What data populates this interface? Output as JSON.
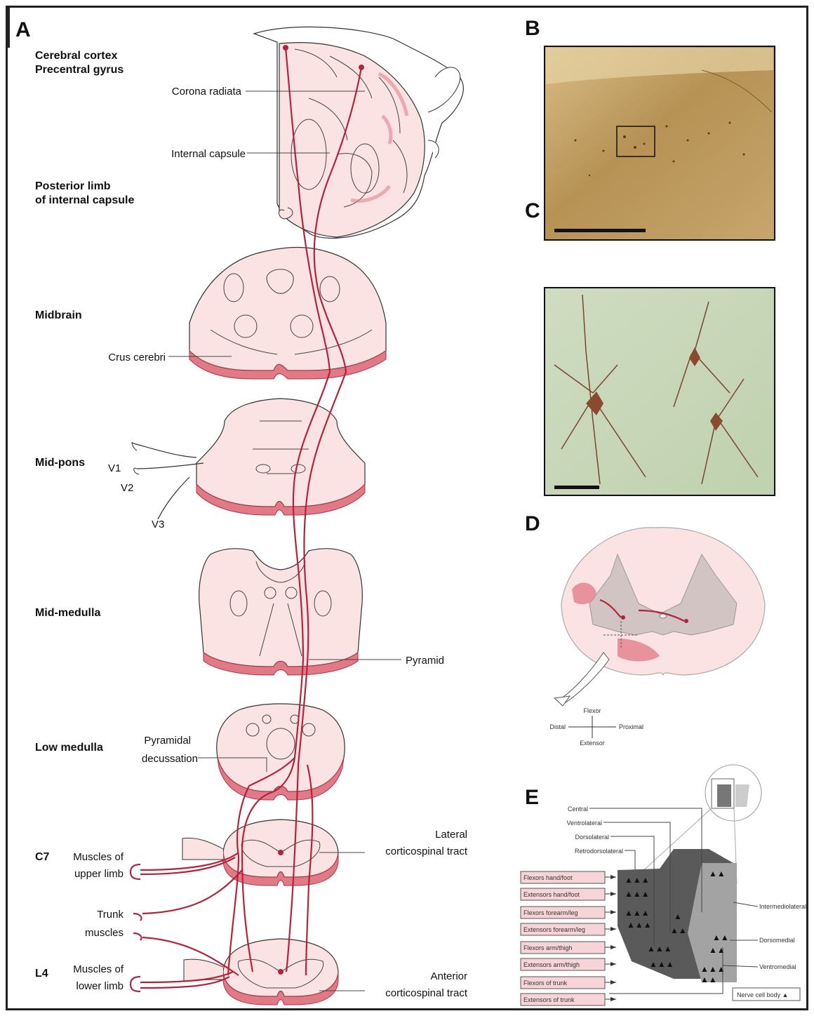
{
  "panels": {
    "a": "A",
    "b": "B",
    "c": "C",
    "d": "D",
    "e": "E"
  },
  "panel_a": {
    "levels": {
      "cortex_1": "Cerebral cortex",
      "cortex_2": "Precentral gyrus",
      "post_limb_1": "Posterior limb",
      "post_limb_2": "of internal capsule",
      "midbrain": "Midbrain",
      "midpons": "Mid-pons",
      "midmedulla": "Mid-medulla",
      "lowmedulla": "Low medulla",
      "c7": "C7",
      "l4": "L4"
    },
    "labels": {
      "corona_radiata": "Corona radiata",
      "internal_capsule": "Internal capsule",
      "crus_cerebri": "Crus cerebri",
      "v1": "V1",
      "v2": "V2",
      "v3": "V3",
      "pyramid": "Pyramid",
      "pyr_decuss_1": "Pyramidal",
      "pyr_decuss_2": "decussation",
      "lateral_1": "Lateral",
      "lateral_2": "corticospinal tract",
      "upper_limb_1": "Muscles of",
      "upper_limb_2": "upper limb",
      "trunk_1": "Trunk",
      "trunk_2": "muscles",
      "lower_limb_1": "Muscles of",
      "lower_limb_2": "lower limb",
      "anterior_1": "Anterior",
      "anterior_2": "corticospinal tract"
    }
  },
  "panel_d": {
    "flexor": "Flexor",
    "extensor": "Extensor",
    "distal": "Distal",
    "proximal": "Proximal"
  },
  "panel_e": {
    "groups": {
      "central": "Central",
      "ventrolateral": "Ventrolateral",
      "dorsolateral": "Dorsolateral",
      "retrodorsolateral": "Retrodorsolateral",
      "intermediolateral": "Intermediolateral",
      "dorsomedial": "Dorsomedial",
      "ventromedial": "Ventromedial"
    },
    "muscles": [
      "Flexors hand/foot",
      "Extensors hand/foot",
      "Flexors forearm/leg",
      "Extensors forearm/leg",
      "Flexors arm/thigh",
      "Extensors arm/thigh",
      "Flexors of trunk",
      "Extensors of trunk"
    ],
    "legend": "Nerve cell body ▲"
  },
  "colors": {
    "tissue": "#fbe3e3",
    "tract": "#b0243c",
    "rim": "#e07a86",
    "photo_b": "#c9a76a",
    "photo_c": "#c6d7b8"
  }
}
